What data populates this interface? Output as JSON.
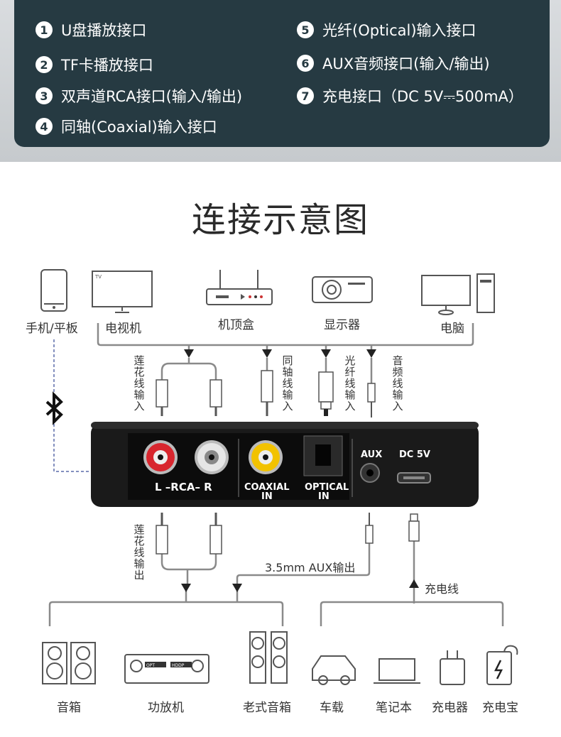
{
  "ports": [
    {
      "num": "1",
      "label": "U盘播放接口"
    },
    {
      "num": "2",
      "label": "TF卡播放接口"
    },
    {
      "num": "3",
      "label": "双声道RCA接口(输入/输出)"
    },
    {
      "num": "4",
      "label": "同轴(Coaxial)输入接口"
    },
    {
      "num": "5",
      "label": "光纤(Optical)输入接口"
    },
    {
      "num": "6",
      "label": "AUX音频接口(输入/输出)"
    },
    {
      "num": "7",
      "label": "充电接口（DC 5V⎓500mA）"
    }
  ],
  "title": "连接示意图",
  "sources": {
    "phone": "手机/平板",
    "tv": "电视机",
    "tv_screen_text": "TV",
    "settop": "机顶盒",
    "projector": "显示器",
    "pc": "电脑"
  },
  "inputs": {
    "rca_in": "莲花线输入",
    "coaxial_in": "同轴线输入",
    "optical_in": "光纤线输入",
    "aux_in": "音频线输入"
  },
  "device": {
    "rca_label": "L –RCA– R",
    "coaxial_label": "COAXIAL",
    "coaxial_sub": "IN",
    "optical_label": "OPTICAL",
    "optical_sub": "IN",
    "aux_label": "AUX",
    "dc_label": "DC 5V"
  },
  "outputs": {
    "rca_out": "莲花线输出",
    "aux_out": "3.5mm AUX输出",
    "charge_line": "充电线"
  },
  "targets": {
    "speakers": "音箱",
    "amplifier": "功放机",
    "old_speaker": "老式音箱",
    "car": "车载",
    "laptop": "笔记本",
    "charger": "充电器",
    "powerbank": "充电宝",
    "amp_display_1": "OPT",
    "amp_display_2": "HDDP"
  },
  "colors": {
    "panel": "#263a42",
    "red_jack": "#d8262e",
    "yellow_jack": "#f2c200",
    "line": "#8a8a8a",
    "device_body": "#1a1a1a"
  }
}
